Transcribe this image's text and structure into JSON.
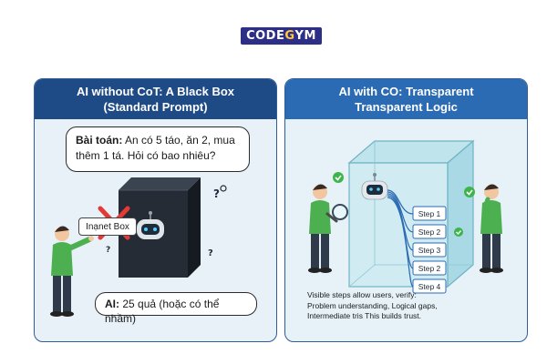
{
  "logo": {
    "part1": "CODE",
    "part2": "G",
    "part3": "YM"
  },
  "left_panel": {
    "title_line1": "AI  without CoT: A Black Box",
    "title_line2": "(Standard Prompt)",
    "question_bold": "Bài toán:",
    "question_rest": "An có 5 táo, ăn 2, mua thêm 1 tá. Hỏi có bao nhiêu?",
    "box_label": "Inạnet Box",
    "answer_bold": "AI:",
    "answer_rest": "25 quả (hoặc có thể nhầm)",
    "question_mark": "?"
  },
  "right_panel": {
    "title_line1": "AI with CO: Transparent",
    "title_line2": "Transparent Logic",
    "steps": [
      "Step 1",
      "Step 2",
      "Step 3",
      "Step 2",
      "Step 4"
    ],
    "info_line1": "Visible steps allow users, verify:",
    "info_line2": "Problem understanding, Logical gaps,",
    "info_line3": "Intermediate tris This builds trust."
  },
  "colors": {
    "header_dark": "#1e4a86",
    "header_light": "#2b6bb3",
    "brand": "#2d2e86",
    "check": "#3db54a",
    "cross": "#e53935"
  }
}
